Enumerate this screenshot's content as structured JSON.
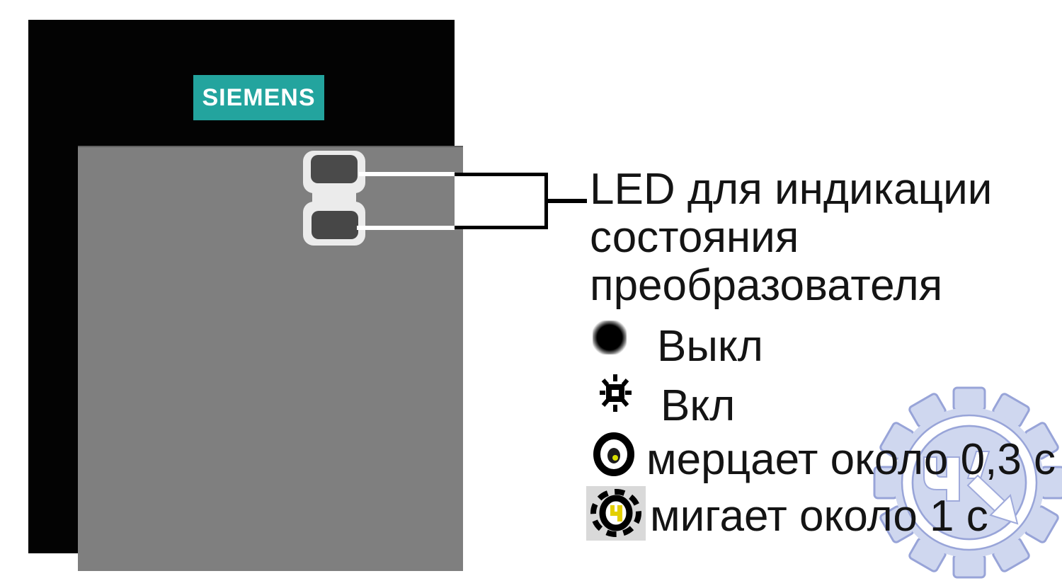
{
  "device": {
    "brand": "SIEMENS",
    "leds": [
      "status-led-top",
      "status-led-bottom"
    ]
  },
  "annotation": {
    "line1": "LED для индикации",
    "line2": "состояния",
    "line3": "преобразователя"
  },
  "legend": {
    "off": {
      "icon": "led-off-icon",
      "label": "Выкл"
    },
    "on": {
      "icon": "led-on-icon",
      "label": "Вкл"
    },
    "flicker": {
      "icon": "led-flicker-icon",
      "label": "мерцает около 0,3 с"
    },
    "blink": {
      "icon": "led-blink-icon",
      "label": "мигает около 1 с"
    }
  },
  "colors": {
    "siemens_teal": "#23a49e",
    "device_black": "#030303",
    "panel_gray": "#7f7f7f",
    "led_dark": "#4a4a4a",
    "led_bezel": "#ebebeb",
    "indicator_yellow": "#e3d400",
    "watermark_fill": "#cdd5ef",
    "watermark_stroke": "#93a0d6",
    "text_black": "#141414"
  }
}
